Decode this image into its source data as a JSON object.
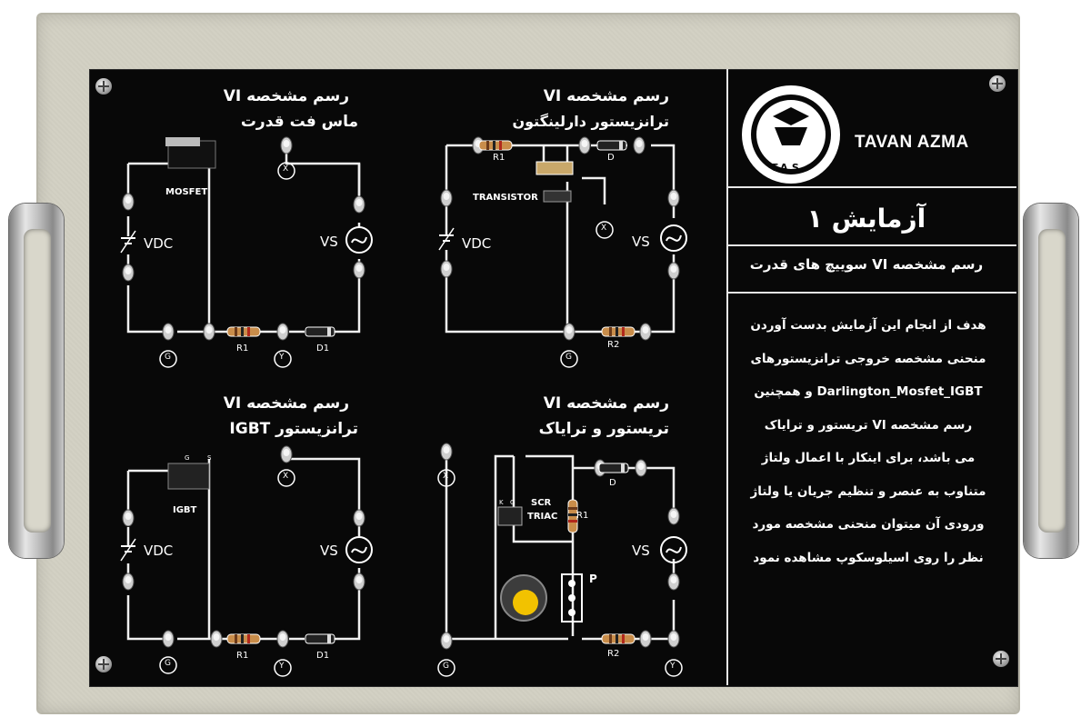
{
  "brand": {
    "name": "TAVAN AZMA",
    "logo_text": "T.A.S"
  },
  "experiment": {
    "title": "آزمایش ۱",
    "subtitle": "رسم مشخصه VI سوییچ های قدرت",
    "description_lines": [
      "هدف از انجام این آزمایش بدست آوردن",
      "منحنی مشخصه خروجی ترانزیستورهای",
      "Darlington_Mosfet_IGBT و همچنین",
      "رسم مشخصه VI تریستور و ترایاک",
      "می باشد، برای اینکار با اعمال ولتاژ",
      "متناوب به عنصر و تنظیم جریان یا ولتاژ",
      "ورودی آن میتوان منحنی مشخصه مورد",
      "نظر را روی اسیلوسکوپ مشاهده نمود"
    ]
  },
  "circuits": {
    "mosfet": {
      "title1": "رسم مشخصه VI",
      "title2": "ماس فت قدرت",
      "device": "MOSFET",
      "vdc": "VDC",
      "vs": "VS",
      "r1": "R1",
      "d1": "D1",
      "x": "X",
      "y": "Y",
      "g": "G"
    },
    "darlington": {
      "title1": "رسم مشخصه VI",
      "title2": "ترانزیستور دارلینگتون",
      "device": "TRANSISTOR",
      "vdc": "VDC",
      "vs": "VS",
      "r1": "R1",
      "d": "D",
      "r2": "R2",
      "x": "X",
      "g": "G"
    },
    "igbt": {
      "title1": "رسم مشخصه VI",
      "title2": "ترانزیستور IGBT",
      "device": "IGBT",
      "vdc": "VDC",
      "vs": "VS",
      "r1": "R1",
      "d1": "D1",
      "x": "X",
      "y": "Y",
      "g": "G",
      "pin_g": "G",
      "pin_s": "S"
    },
    "scr": {
      "title1": "رسم مشخصه VI",
      "title2": "تریستور و ترایاک",
      "device1": "SCR",
      "device2": "TRIAC",
      "r1": "R1",
      "d": "D",
      "r2": "R2",
      "p": "P",
      "vs": "VS",
      "x": "X",
      "y": "Y",
      "g": "G",
      "pin_k": "K",
      "pin_g": "G"
    }
  },
  "colors": {
    "panel": "#080808",
    "frame": "#d2d0c3",
    "trace": "#f0f0f0",
    "knob": "#f2c200"
  }
}
